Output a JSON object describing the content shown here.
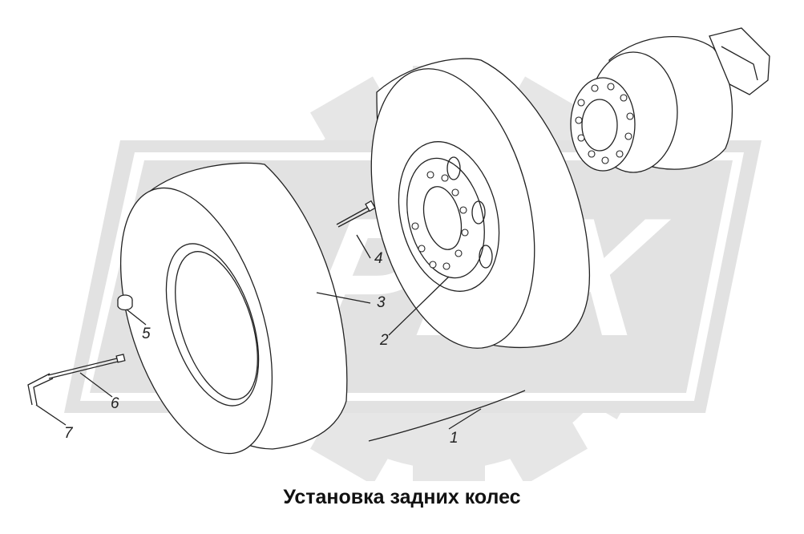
{
  "caption": "Установка задних колес",
  "watermark": "OPEX",
  "callouts": [
    {
      "id": "1",
      "label": "1"
    },
    {
      "id": "2",
      "label": "2"
    },
    {
      "id": "3",
      "label": "3"
    },
    {
      "id": "4",
      "label": "4"
    },
    {
      "id": "5",
      "label": "5"
    },
    {
      "id": "6",
      "label": "6"
    },
    {
      "id": "7",
      "label": "7"
    }
  ],
  "colors": {
    "line": "#222222",
    "watermark": "#e4e4e4",
    "background": "#ffffff"
  }
}
